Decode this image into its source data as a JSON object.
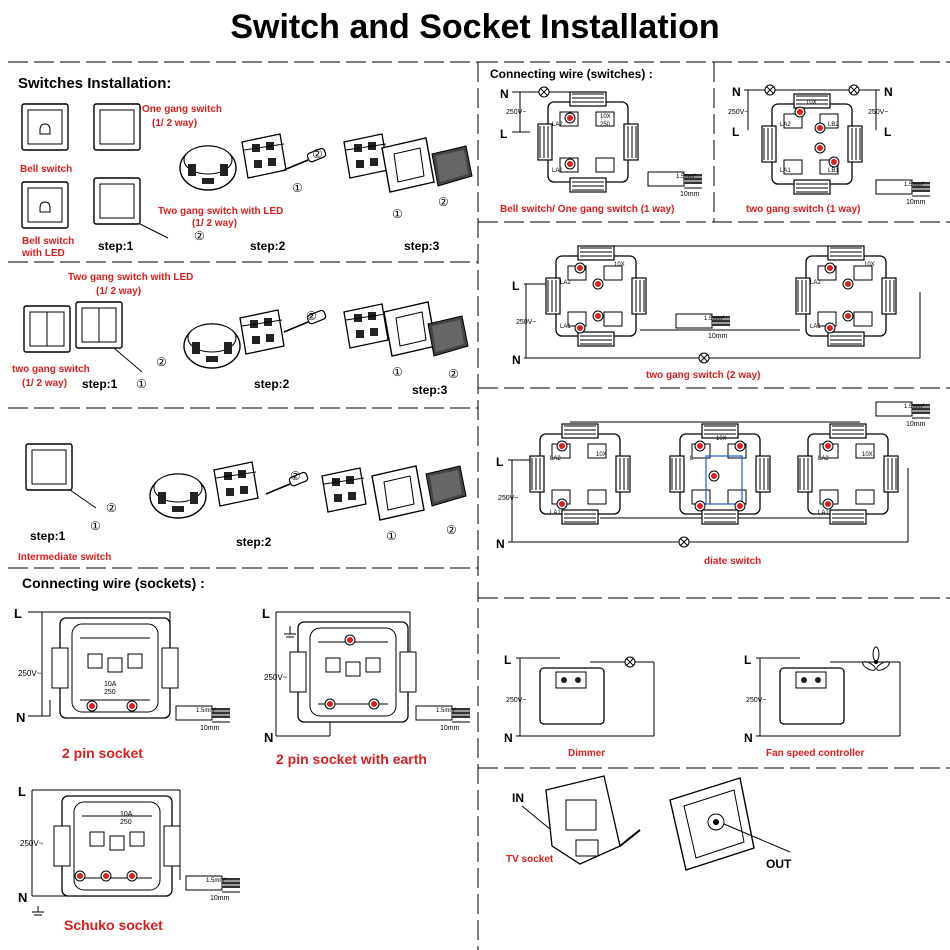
{
  "title": "Switch and Socket Installation",
  "switches": {
    "heading": "Switches Installation:",
    "bell_switch": "Bell switch",
    "bell_switch_led": [
      "Bell switch",
      "with LED"
    ],
    "one_gang": [
      "One gang switch",
      "(1/ 2 way)"
    ],
    "two_gang_led": [
      "Two gang switch with LED",
      "(1/ 2 way)"
    ],
    "two_gang_led_row2": [
      "Two gang switch with LED",
      "(1/ 2 way)"
    ],
    "two_gang": [
      "two gang switch",
      "(1/ 2 way)"
    ],
    "intermediate": "Intermediate switch",
    "step1": "step:1",
    "step2": "step:2",
    "step3": "step:3"
  },
  "sockets": {
    "heading": "Connecting wire (sockets) :",
    "two_pin": "2 pin socket",
    "two_pin_earth": "2 pin socket  with earth",
    "schuko": "Schuko socket"
  },
  "wiring": {
    "heading": "Connecting wire (switches) :",
    "bell_one_gang": "Bell switch/ One gang switch (1 way)",
    "two_gang_1way": "two gang switch    (1 way)",
    "two_gang_2way": "two gang switch    (2 way)",
    "diate": "diate switch",
    "dimmer": "Dimmer",
    "fan": "Fan speed controller",
    "tv": "TV socket",
    "in": "IN",
    "out": "OUT"
  },
  "terminals": {
    "L": "L",
    "N": "N",
    "v250": "250V~",
    "la1": "LA1",
    "la2": "LA2",
    "lb1": "LB1",
    "lb2": "LB2",
    "l": "L",
    "wire_size": "1.5mm²",
    "wire_len": "10mm",
    "rating": "10A",
    "rating2": "250",
    "ten_x": "10X",
    "v250s": "250",
    "circ1": "①",
    "circ2": "②"
  },
  "colors": {
    "red": "#d81e1e",
    "line": "#000000"
  }
}
